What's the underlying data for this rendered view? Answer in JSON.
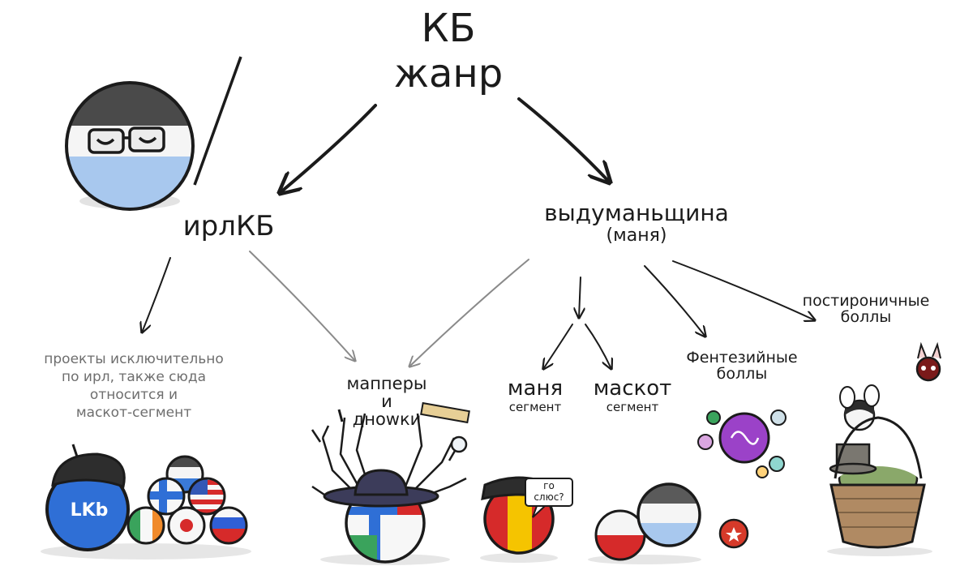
{
  "diagram": {
    "title_line1": "КБ",
    "title_line2": "жанр",
    "left_node": "ирлКБ",
    "right_node_line1": "выдуманьщина",
    "right_node_line2": "(маня)",
    "left_desc_lines": [
      "проекты исключительно",
      "по ирл, также сюда",
      "относится и",
      "маскот-сегмент"
    ],
    "mappers_lines": [
      "мапперы",
      "и",
      "дноwки"
    ],
    "manya_label": "маня",
    "manya_sub": "сегмент",
    "mascot_label": "маскот",
    "mascot_sub": "сегмент",
    "fantasy_lines": [
      "Фентезийные",
      "боллы"
    ],
    "ironic_lines": [
      "постироничные",
      "боллы"
    ],
    "speech_lines": [
      "го",
      "слюс?"
    ],
    "lkb_text": "LKb"
  },
  "colors": {
    "ink": "#1b1b1b",
    "gray_arrow": "#8a8a8a",
    "flag_blue": "#2f6fd6",
    "flag_light_blue": "#a8c8ee",
    "flag_dark": "#4a4a4a",
    "flag_red": "#d62a2a",
    "purple": "#9b42c8",
    "basket": "#b08a63"
  }
}
